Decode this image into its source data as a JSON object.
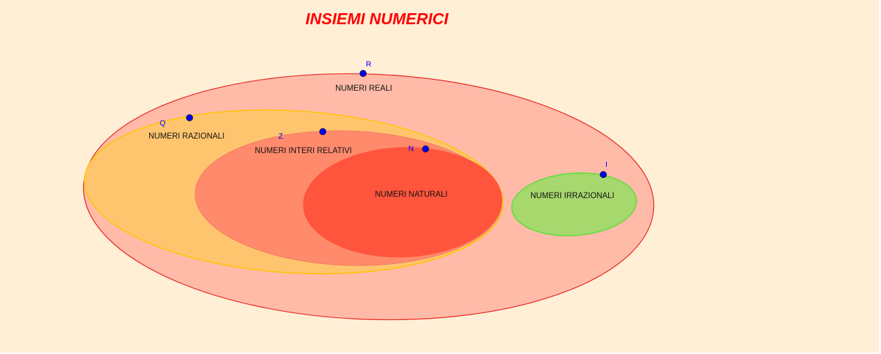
{
  "title": "INSIEMI NUMERICI",
  "colors": {
    "background": "#ffefd6",
    "title": "#ff0000",
    "point_fill": "#0000ff",
    "point_label": "#0000ff",
    "reali_fill": "#ffbba8",
    "reali_stroke": "#e8231f",
    "razionali_fill": "#ffc56e",
    "razionali_stroke": "#ffc400",
    "interi_fill": "#ff8a6c",
    "interi_stroke": "#f27a68",
    "naturali_fill": "#ff553c",
    "irrazionali_fill": "#a6d86e",
    "irrazionali_stroke": "#4ce02e"
  },
  "sets": [
    {
      "id": "reali",
      "label": "NUMERI REALI",
      "point": "R"
    },
    {
      "id": "razionali",
      "label": "NUMERI RAZIONALI",
      "point": "Q"
    },
    {
      "id": "interi",
      "label": "NUMERI INTERI RELATIVI",
      "point": "Z"
    },
    {
      "id": "naturali",
      "label": "NUMERI NATURALI",
      "point": "N"
    },
    {
      "id": "irrazionali",
      "label": "NUMERI IRRAZIONALI",
      "point": "I"
    }
  ]
}
